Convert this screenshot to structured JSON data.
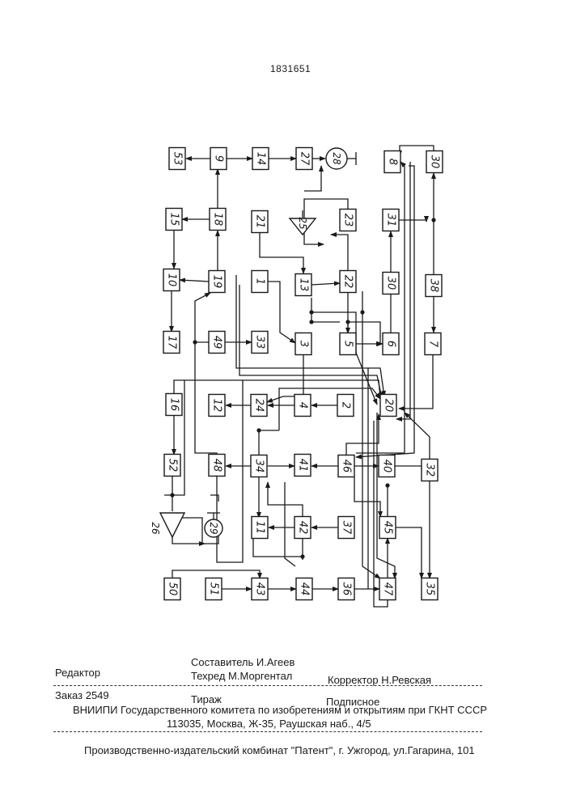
{
  "document_number": "1831651",
  "diagram": {
    "blocks": {
      "b53": "53",
      "b9": "9",
      "b14": "14",
      "b27": "27",
      "b28": "28",
      "b8": "8",
      "b30t": "30",
      "b15": "15",
      "b18": "18",
      "b21": "21",
      "b25": "25",
      "b23": "23",
      "b31": "31",
      "b10": "10",
      "b19": "19",
      "b1": "1",
      "b13": "13",
      "b22": "22",
      "b30": "30",
      "b38": "38",
      "b17": "17",
      "b49": "49",
      "b33": "33",
      "b3": "3",
      "b5": "5",
      "b6": "6",
      "b7": "7",
      "b16": "16",
      "b12": "12",
      "b24": "24",
      "b4": "4",
      "b2": "2",
      "b20": "20",
      "b52": "52",
      "b48": "48",
      "b34": "34",
      "b41": "41",
      "b46": "46",
      "b40": "40",
      "b32": "32",
      "b26": "26",
      "b29": "29",
      "b11": "11",
      "b42": "42",
      "b37": "37",
      "b45": "45",
      "b50": "50",
      "b51": "51",
      "b43": "43",
      "b44": "44",
      "b36": "36",
      "b47": "47",
      "b35": "35"
    }
  },
  "footer": {
    "editor": "Редактор",
    "compiler": "Составитель  И.Агеев",
    "techred": "Техред М.Моргентал",
    "corrector": "Корректор  Н.Ревская",
    "order": "Заказ 2549",
    "circulation": "Тираж",
    "subscription": "Подписное",
    "vniipi": "ВНИИПИ Государственного комитета по изобретениям и открытиям при ГКНТ СССР",
    "address": "113035, Москва, Ж-35, Раушская наб., 4/5",
    "publisher": "Производственно-издательский комбинат \"Патент\", г. Ужгород, ул.Гагарина, 101"
  }
}
